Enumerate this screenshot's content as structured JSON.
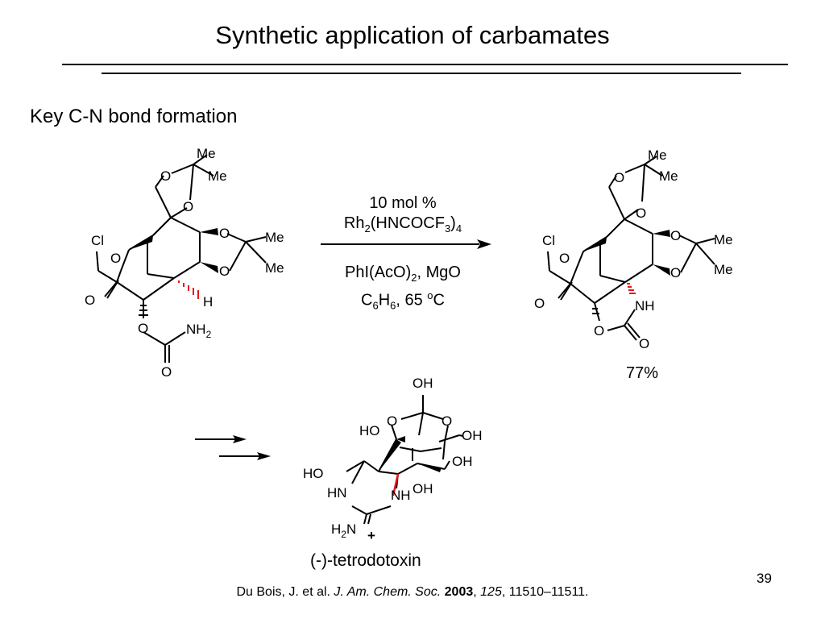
{
  "slide": {
    "title": "Synthetic application of carbamates",
    "subtitle": "Key C-N bond formation",
    "page_number": "39"
  },
  "reaction": {
    "conditions_top_1": "10 mol %",
    "conditions_top_2_prefix": "Rh",
    "conditions_top_2_sub1": "2",
    "conditions_top_2_mid": "(HNCOCF",
    "conditions_top_2_sub2": "3",
    "conditions_top_2_close": ")",
    "conditions_top_2_sub3": "4",
    "conditions_bottom_1_prefix": "PhI(AcO)",
    "conditions_bottom_1_sub": "2",
    "conditions_bottom_1_suffix": ", MgO",
    "conditions_bottom_2_c": "C",
    "conditions_bottom_2_sub1": "6",
    "conditions_bottom_2_h": "H",
    "conditions_bottom_2_sub2": "6",
    "conditions_bottom_2_temp": ", 65 ",
    "conditions_bottom_2_deg": "o",
    "conditions_bottom_2_unit": "C",
    "yield": "77%",
    "red_bond_color": "#e8141b"
  },
  "labels": {
    "me": "Me",
    "o": "O",
    "cl": "Cl",
    "h": "H",
    "nh": "NH",
    "nh2": "NH",
    "nh2_sub": "2",
    "oh": "OH",
    "ho": "HO",
    "hn": "HN",
    "h2n_h": "H",
    "h2n_sub": "2",
    "h2n_n": "N",
    "plus": "+"
  },
  "product_name": "(-)-tetrodotoxin",
  "citation": {
    "authors": "Du Bois, J. et al. ",
    "journal": "J. Am. Chem. Soc.",
    "year": "2003",
    "volume": "125",
    "pages": ", 11510–11511."
  }
}
